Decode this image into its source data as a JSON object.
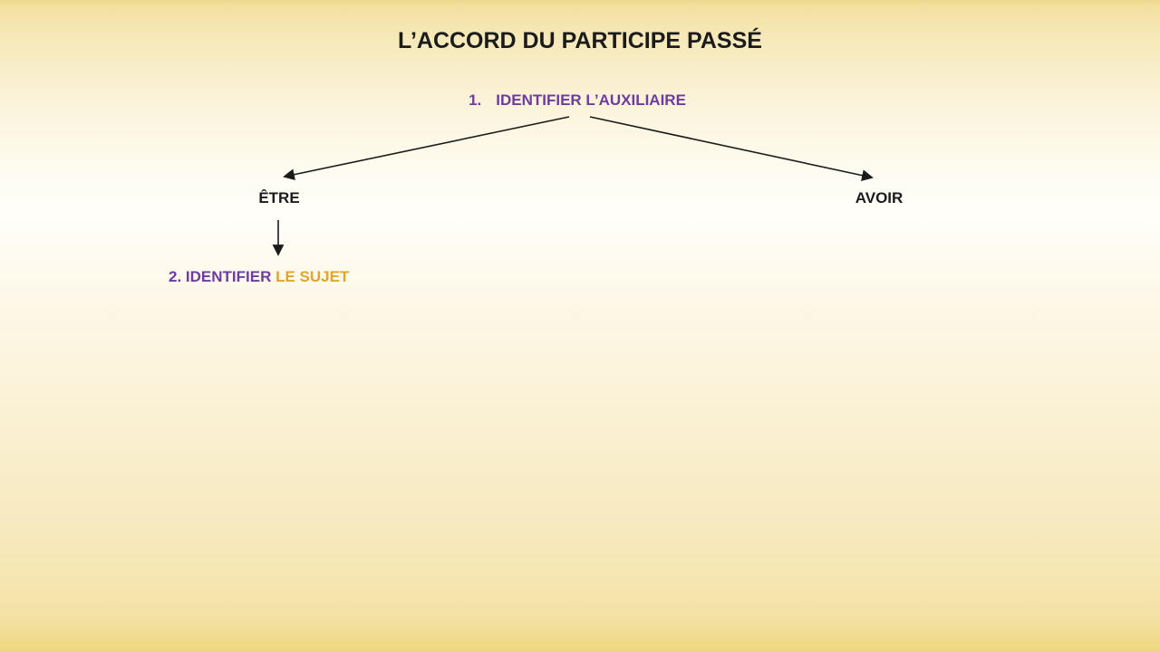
{
  "slide": {
    "title": "L’ACCORD DU PARTICIPE PASSÉ",
    "step1": {
      "number": "1.",
      "label": "IDENTIFIER L’AUXILIAIRE"
    },
    "branches": {
      "left": "ÊTRE",
      "right": "AVOIR"
    },
    "step2": {
      "prefix": "2. IDENTIFIER ",
      "highlight": "LE SUJET"
    },
    "colors": {
      "purple": "#6f3c9e",
      "gold": "#e2a42e",
      "ink": "#1b1b1b"
    }
  }
}
